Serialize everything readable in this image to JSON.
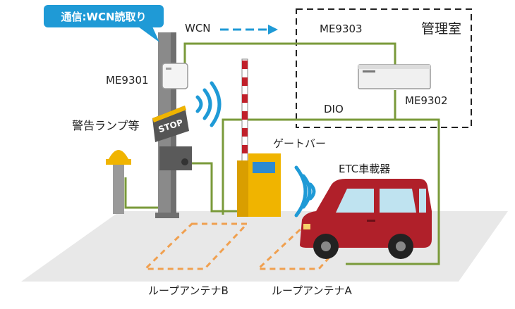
{
  "callout": {
    "text": "通信:WCN読取り"
  },
  "labels": {
    "wcn": "WCN",
    "me9303": "ME9303",
    "control_room": "管理室",
    "me9301": "ME9301",
    "me9302": "ME9302",
    "dio": "DIO",
    "warning_lamp": "警告ランプ等",
    "stop_sign": "STOP",
    "gate_bar": "ゲートバー",
    "etc_unit": "ETC車載器",
    "loop_antenna_b": "ループアンテナB",
    "loop_antenna_a": "ループアンテナA"
  },
  "colors": {
    "wire": "#7a9a3a",
    "wireless": "#1f9ad6",
    "callout": "#1f9ad6",
    "loop": "#f0a050",
    "car": "#b0202a",
    "gate": "#f0b400",
    "pole": "#8a8a8a"
  }
}
